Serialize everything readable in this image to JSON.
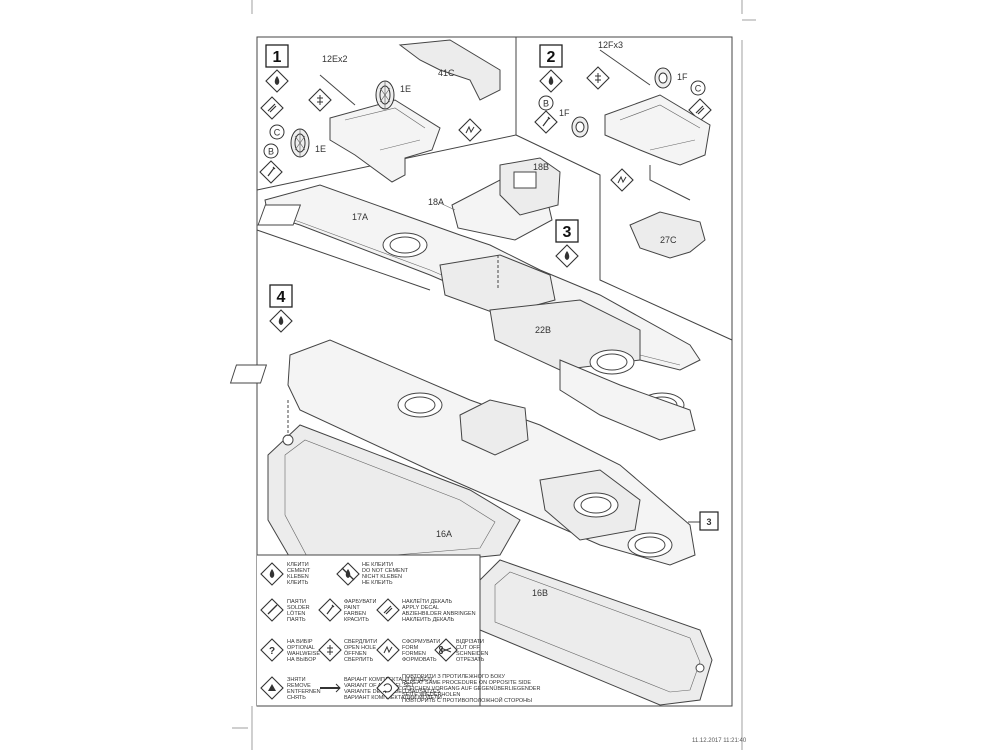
{
  "steps": [
    {
      "num": "1",
      "symbol": "cement-icon"
    },
    {
      "num": "2",
      "symbol": "cement-icon"
    },
    {
      "num": "3",
      "symbol": "cement-icon"
    },
    {
      "num": "4",
      "symbol": "cement-icon"
    }
  ],
  "part_labels": {
    "p12e": "12Ex2",
    "p12f": "12Fx3",
    "p41c": "41C",
    "p1e_a": "1E",
    "p1e_b": "1E",
    "p1f_a": "1F",
    "p1f_b": "1F",
    "p27c": "27C",
    "p18a": "18A",
    "p18b": "18B",
    "p17a": "17A",
    "p22b": "22B",
    "p16a": "16A",
    "p16b": "16B"
  },
  "callouts": {
    "b1": "B",
    "c1": "C",
    "b2": "B",
    "c2": "C",
    "ref3": "3"
  },
  "legend": [
    {
      "icon": "cement-icon",
      "lines": [
        "КЛЕИТИ",
        "CEMENT",
        "KLEBEN",
        "КЛЕИТЬ"
      ]
    },
    {
      "icon": "no-cement-icon",
      "lines": [
        "НЕ КЛЕИТИ",
        "DO NOT CEMENT",
        "NICHT KLEBEN",
        "НЕ КЛЕИТЬ"
      ]
    },
    {
      "icon": "solder-icon",
      "lines": [
        "ПАЯТИ",
        "SOLDER",
        "LÖTEN",
        "ПАЯТЬ"
      ]
    },
    {
      "icon": "paint-icon",
      "lines": [
        "ФАРБУВАТИ",
        "PAINT",
        "FARBEN",
        "КРАСИТЬ"
      ]
    },
    {
      "icon": "decal-icon",
      "lines": [
        "НАКЛЕЇТИ ДЕКАЛЬ",
        "APPLY DECAL",
        "ABZIEHBILDER ANBRINGEN",
        "НАКЛЕИТЬ ДЕКАЛЬ"
      ]
    },
    {
      "icon": "optional-icon",
      "lines": [
        "НА ВИБІР",
        "OPTIONAL",
        "WAHLWEISE",
        "НА ВЫБОР"
      ]
    },
    {
      "icon": "drill-icon",
      "lines": [
        "СВЕРДЛИТИ",
        "OPEN HOLE",
        "ÖFFNEN",
        "СВЕРЛИТЬ"
      ]
    },
    {
      "icon": "form-icon",
      "lines": [
        "СФОРМУВАТИ",
        "FORM",
        "FORMEN",
        "ФОРМОВАТЬ"
      ]
    },
    {
      "icon": "cut-icon",
      "lines": [
        "ВІДРІЗАТИ",
        "CUT OFF",
        "SCHNEIDEN",
        "ОТРЕЗАТЬ"
      ]
    },
    {
      "icon": "remove-icon",
      "lines": [
        "ЗНЯТИ",
        "REMOVE",
        "ENTFERNEN",
        "СНЯТЬ"
      ]
    },
    {
      "icon": "variant-icon",
      "lines": [
        "ВАРІАНТ КОМПЛЕКТАЦІЇ МОДЕЛІ",
        "VARIANT OF A MODEL SET",
        "VARIANTE DES MODELLBAUSATZES",
        "ВАРИАНТ КОМПЛЕКТАЦИИ МОДЕЛИ"
      ]
    },
    {
      "icon": "repeat-icon",
      "lines": [
        "ПОВТОРИТИ З ПРОТИЛЕЖНОГО БОКУ",
        "REPEAT SAME PROCEDURE ON OPPOSITE SIDE",
        "GLEICHEN VORGANG AUF GEGENÜBERLIEGENDER",
        "SEITE WIEDERHOLEN",
        "ПОВТОРИТЬ С ПРОТИВОПОЛОЖНОЙ СТОРОНЫ"
      ]
    }
  ],
  "footer": {
    "timestamp": "11.12.2017   11:21:40"
  }
}
